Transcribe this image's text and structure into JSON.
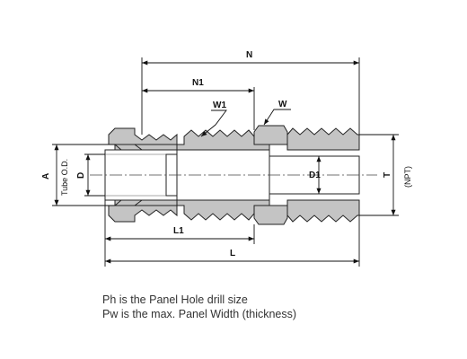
{
  "dimensions": {
    "N": "N",
    "N1": "N1",
    "W1": "W1",
    "W": "W",
    "A": "A",
    "tube_od": "Tube O.D.",
    "D": "D",
    "D1": "D1",
    "T": "T",
    "npt": "(NPT)",
    "L1": "L1",
    "L": "L"
  },
  "notes": [
    "Ph  is the Panel Hole drill size",
    "Pw is the max. Panel Width (thickness)"
  ],
  "colors": {
    "body_fill": "#c4c4c4",
    "outline": "#222222",
    "dimension_line": "#111111"
  }
}
